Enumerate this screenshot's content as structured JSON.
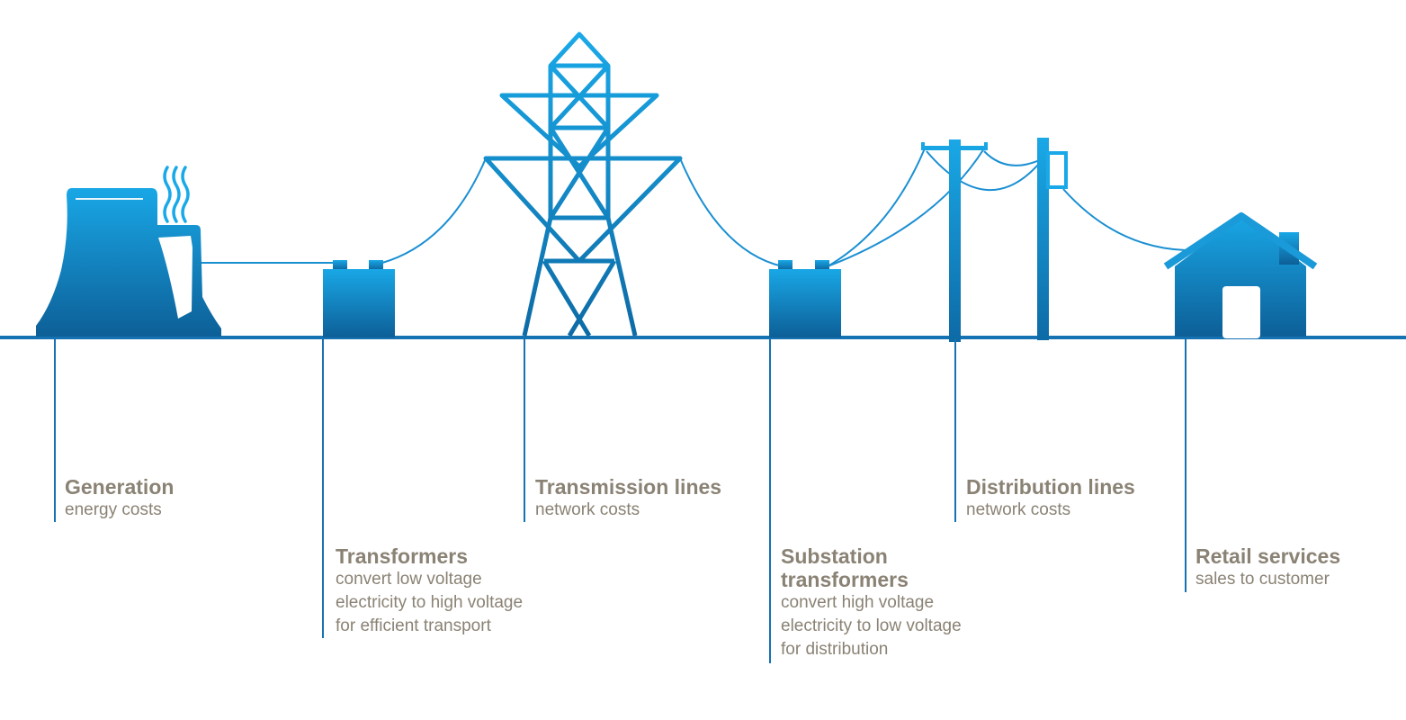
{
  "colors": {
    "top": "#19a7e6",
    "bottom": "#0d5f97",
    "line": "#1673b3",
    "text": "#8a8274"
  },
  "icons": [
    "power-plant-icon",
    "transformer-icon",
    "transmission-tower-icon",
    "substation-transformer-icon",
    "utility-pole-icon",
    "house-icon"
  ],
  "stages": [
    {
      "id": "generation",
      "title": "Generation",
      "desc": "energy costs"
    },
    {
      "id": "transformers",
      "title": "Transformers",
      "desc": "convert low voltage\nelectricity to high voltage\nfor efficient transport"
    },
    {
      "id": "transmission",
      "title": "Transmission lines",
      "desc": "network costs"
    },
    {
      "id": "substation",
      "title": "Substation\ntransformers",
      "desc": "convert high voltage\nelectricity to low voltage\nfor distribution"
    },
    {
      "id": "distribution",
      "title": "Distribution lines",
      "desc": "network costs"
    },
    {
      "id": "retail",
      "title": "Retail services",
      "desc": "sales to customer"
    }
  ]
}
